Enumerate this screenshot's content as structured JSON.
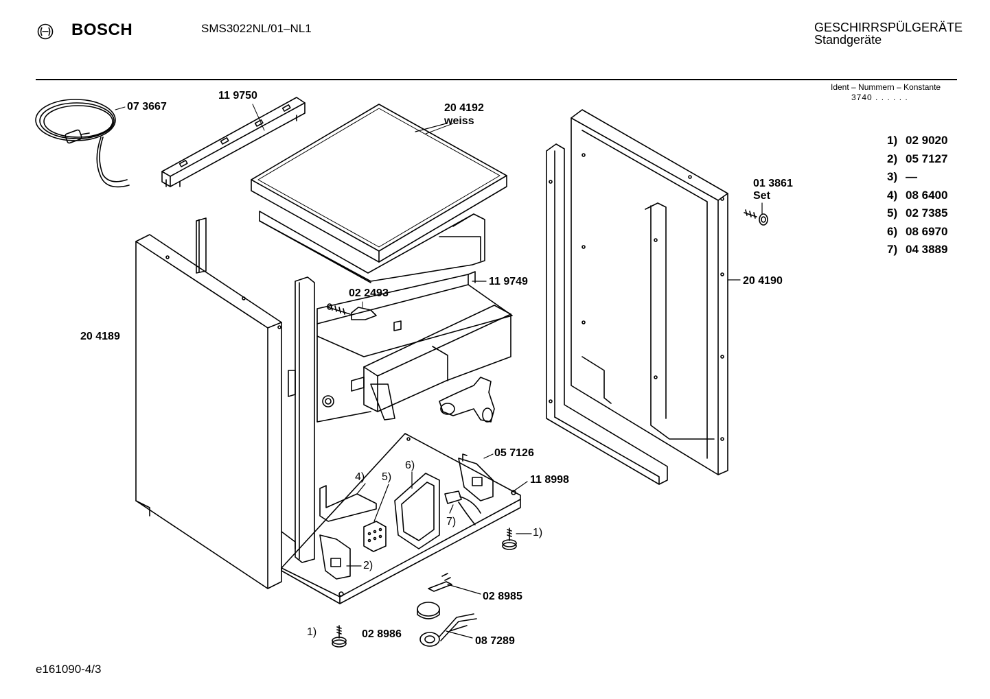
{
  "header": {
    "brand": "BOSCH",
    "model": "SMS3022NL/01–NL1",
    "category_main": "GESCHIRRSPÜLGERÄTE",
    "category_sub": "Standgeräte",
    "ident_label": "Ident – Nummern – Konstante",
    "ident_code": "3740 . . . . . ."
  },
  "legend": [
    {
      "key": "1)",
      "value": "02 9020"
    },
    {
      "key": "2)",
      "value": "05 7127"
    },
    {
      "key": "3)",
      "value": "—"
    },
    {
      "key": "4)",
      "value": "08 6400"
    },
    {
      "key": "5)",
      "value": "02 7385"
    },
    {
      "key": "6)",
      "value": "08 6970"
    },
    {
      "key": "7)",
      "value": "04 3889"
    }
  ],
  "parts": {
    "cable": "07 3667",
    "top_rail": "11 9750",
    "worktop_number": "20 4192",
    "worktop_note": "weiss",
    "plug_set_number": "01 3861",
    "plug_set_note": "Set",
    "front_rail": "11 9749",
    "clip": "02 2493",
    "side_panel_left": "20 4189",
    "side_panel_right": "20 4190",
    "bracket": "05 7126",
    "base": "11 8998",
    "callout_1_right": "1)",
    "callout_1_left": "1)",
    "callout_2": "2)",
    "callout_4": "4)",
    "callout_5": "5)",
    "callout_6": "6)",
    "callout_7": "7)",
    "switch": "02 8985",
    "cap": "02 8986",
    "sensor": "08 7289"
  },
  "footer": {
    "code": "e161090-4/3"
  }
}
